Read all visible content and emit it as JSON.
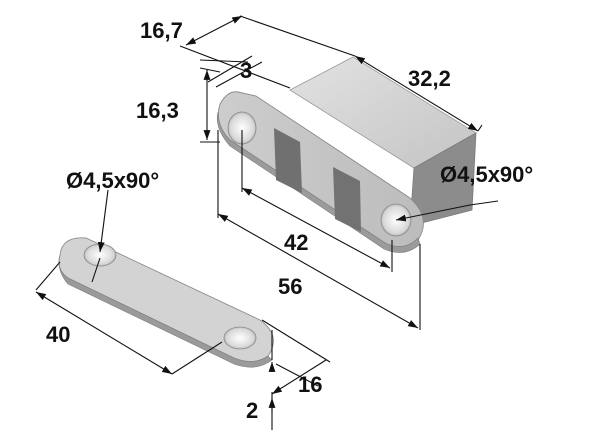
{
  "dimensions": {
    "top_width": "16,7",
    "flange": "3",
    "height": "16,3",
    "length": "32,2",
    "hole_left": "Ø4,5x90°",
    "hole_right": "Ø4,5x90°",
    "hole_spacing": "42",
    "overall_length": "56",
    "plate_length": "40",
    "plate_width": "16",
    "plate_thickness": "2"
  },
  "colors": {
    "part_light": "#d6d6d6",
    "part_mid": "#b5b5b5",
    "part_dark": "#8a8a8a",
    "pad": "#707070",
    "line": "#111111"
  }
}
